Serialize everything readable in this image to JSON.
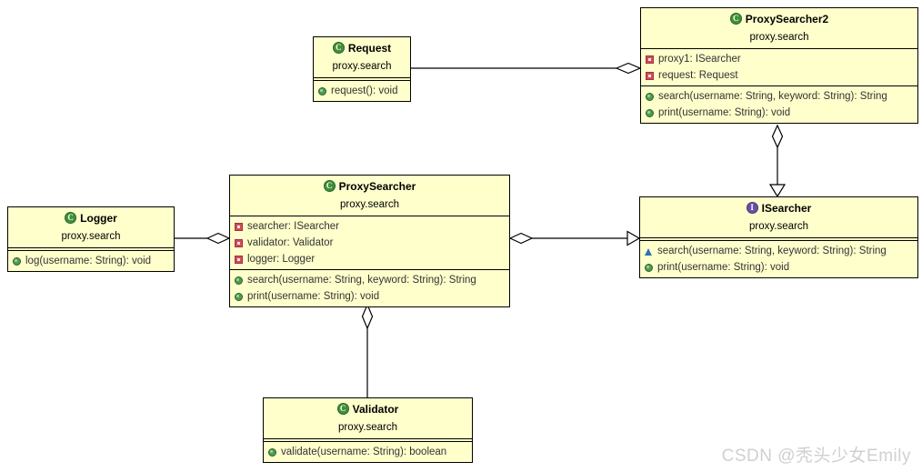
{
  "diagram": {
    "title": "UML Class Diagram - proxy.search",
    "background": "#ffffff",
    "box_fill": "#ffffcc",
    "box_border": "#000000",
    "watermark": "CSDN @秃头少女Emily"
  },
  "classes": {
    "request": {
      "name": "Request",
      "stereotype_icon": "class-icon",
      "package": "proxy.search",
      "fields": [],
      "methods": [
        {
          "icon": "method-public",
          "text": "request(): void"
        }
      ]
    },
    "proxysearcher2": {
      "name": "ProxySearcher2",
      "stereotype_icon": "class-icon",
      "package": "proxy.search",
      "fields": [
        {
          "icon": "field-private",
          "text": "proxy1: ISearcher"
        },
        {
          "icon": "field-private",
          "text": "request: Request"
        }
      ],
      "methods": [
        {
          "icon": "method-public",
          "text": "search(username: String, keyword: String): String"
        },
        {
          "icon": "method-public",
          "text": "print(username: String): void"
        }
      ]
    },
    "logger": {
      "name": "Logger",
      "stereotype_icon": "class-icon",
      "package": "proxy.search",
      "fields": [],
      "methods": [
        {
          "icon": "method-public",
          "text": "log(username: String): void"
        }
      ]
    },
    "proxysearcher": {
      "name": "ProxySearcher",
      "stereotype_icon": "class-icon",
      "package": "proxy.search",
      "fields": [
        {
          "icon": "field-private",
          "text": "searcher: ISearcher"
        },
        {
          "icon": "field-private",
          "text": "validator: Validator"
        },
        {
          "icon": "field-private",
          "text": "logger: Logger"
        }
      ],
      "methods": [
        {
          "icon": "method-public",
          "text": "search(username: String, keyword: String): String"
        },
        {
          "icon": "method-public",
          "text": "print(username: String): void"
        }
      ]
    },
    "isearcher": {
      "name": "ISearcher",
      "stereotype_icon": "interface-icon",
      "package": "proxy.search",
      "fields": [],
      "methods": [
        {
          "icon": "method-abstract",
          "text": "search(username: String, keyword: String): String"
        },
        {
          "icon": "method-public",
          "text": "print(username: String): void"
        }
      ]
    },
    "validator": {
      "name": "Validator",
      "stereotype_icon": "class-icon",
      "package": "proxy.search",
      "fields": [],
      "methods": [
        {
          "icon": "method-public",
          "text": "validate(username: String): boolean"
        }
      ]
    }
  },
  "relationships": [
    {
      "id": "request-to-proxysearcher2",
      "from": "Request",
      "to": "ProxySearcher2",
      "type": "aggregation"
    },
    {
      "id": "proxysearcher2-to-isearcher",
      "from": "ProxySearcher2",
      "to": "ISearcher",
      "type": "aggregation-realization"
    },
    {
      "id": "logger-to-proxysearcher",
      "from": "Logger",
      "to": "ProxySearcher",
      "type": "aggregation"
    },
    {
      "id": "proxysearcher-to-isearcher",
      "from": "ProxySearcher",
      "to": "ISearcher",
      "type": "aggregation-realization"
    },
    {
      "id": "validator-to-proxysearcher",
      "from": "Validator",
      "to": "ProxySearcher",
      "type": "aggregation"
    }
  ]
}
